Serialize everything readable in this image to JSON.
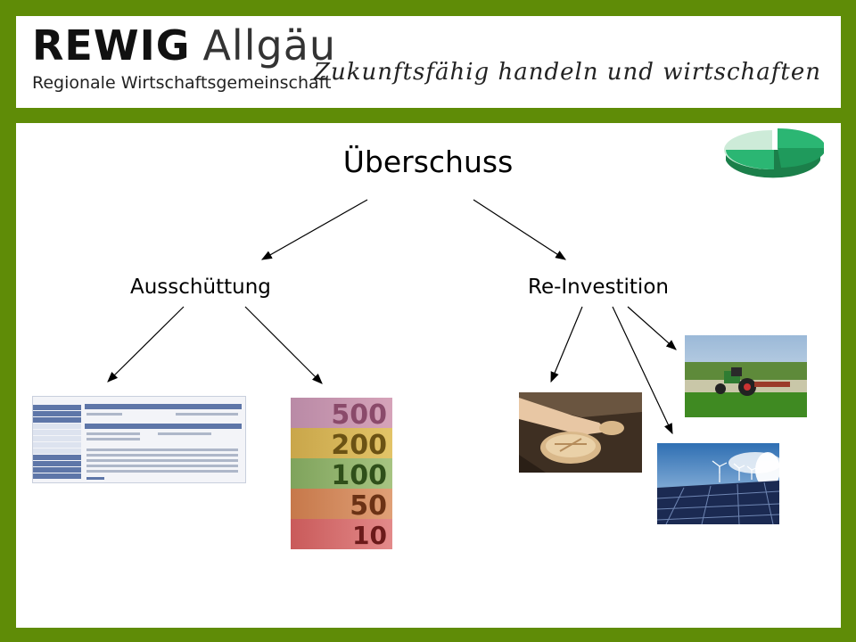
{
  "header": {
    "brand_bold": "REWIG",
    "brand_light": "Allgäu",
    "brand_sub": "Regionale Wirtschaftsgemeinschaft",
    "slogan": "Zukunftsfähig handeln und wirtschaften"
  },
  "diagram": {
    "root": "Überschuss",
    "left_branch": "Ausschüttung",
    "right_branch": "Re-Investition"
  },
  "images": {
    "money_values": [
      "500",
      "200",
      "100",
      "50",
      "10"
    ]
  },
  "colors": {
    "frame_green": "#5f8c07",
    "pie_green": "#2bb673",
    "pie_light": "#cdebd8"
  }
}
